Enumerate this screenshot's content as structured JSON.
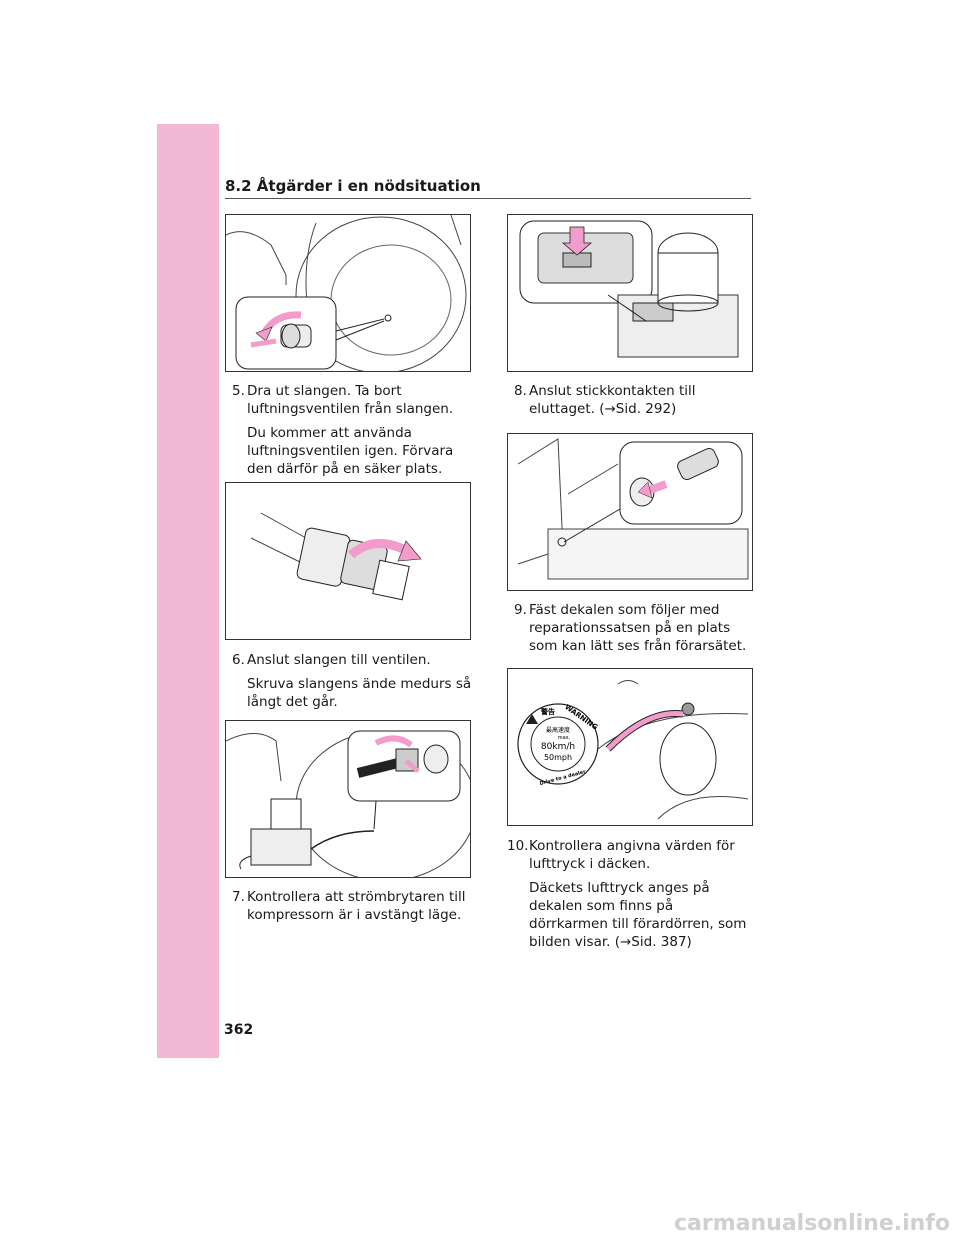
{
  "header": {
    "section_title": "8.2 Åtgärder i en nödsituation"
  },
  "colors": {
    "sidebar": "#f2b8d6",
    "arrow": "#f19ccb"
  },
  "steps": [
    {
      "num": "5.",
      "text": "Dra ut slangen. Ta bort luftningsventilen från slangen.",
      "note": "Du kommer att använda luftningsventilen igen. Förvara den därför på en säker plats."
    },
    {
      "num": "6.",
      "text": "Anslut slangen till ventilen.",
      "note": "Skruva slangens ände medurs så långt det går."
    },
    {
      "num": "7.",
      "text": "Kontrollera att strömbrytaren till kompressorn är i avstängt läge.",
      "note": ""
    },
    {
      "num": "8.",
      "text": "Anslut stickkontakten till eluttaget. (→Sid. 292)",
      "note": ""
    },
    {
      "num": "9.",
      "text": "Fäst dekalen som följer med reparationssatsen på en plats som kan lätt ses från förarsätet.",
      "note": ""
    },
    {
      "num": "10.",
      "text": "Kontrollera angivna värden för lufttryck i däcken.",
      "note": "Däckets lufttryck anges på dekalen som finns på dörrkarmen till förardörren, som bilden visar. (→Sid. 387)"
    }
  ],
  "sticker": {
    "warning": "WARNING",
    "jp_title": "警告",
    "jp_speed": "最高速度",
    "max": "max.",
    "kmh": "80km/h",
    "mph": "50mph",
    "drive": "Drive to a dealer"
  },
  "footer": {
    "page_number": "362",
    "watermark": "carmanualsonline.info"
  }
}
